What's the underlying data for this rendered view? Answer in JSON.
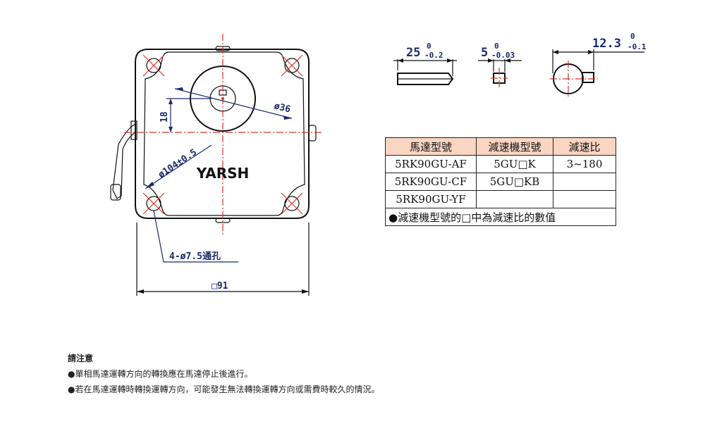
{
  "drawing": {
    "brand": "YARSH",
    "dim_pcd": "ø104±0.5",
    "dim_boss": "ø36",
    "dim_offset": "18",
    "dim_holes": "4-ø7.5通孔",
    "dim_square": "□91",
    "shaft_length": "25",
    "shaft_length_tol_upper": "0",
    "shaft_length_tol_lower": "-0.2",
    "key_width": "5",
    "key_width_tol_upper": "0",
    "key_width_tol_lower": "-0.03",
    "flat_depth": "12.3",
    "flat_depth_tol_upper": "0",
    "flat_depth_tol_lower": "-0.1"
  },
  "table": {
    "headers": [
      "馬達型號",
      "減速機型號",
      "減速比"
    ],
    "rows": [
      [
        "5RK90GU-AF",
        "5GU□K",
        "3~180"
      ],
      [
        "5RK90GU-CF",
        "5GU□KB",
        ""
      ],
      [
        "5RK90GU-YF",
        "",
        ""
      ]
    ],
    "note": "●減速機型號的□中為減速比的數值"
  },
  "notes": {
    "heading": "請注意",
    "items": [
      "●單相馬達運轉方向的轉換應在馬達停止後進行。",
      "●若在馬達運轉時轉換運轉方向，可能發生無法轉換運轉方向或需費時較久的情況。"
    ]
  },
  "colors": {
    "dimension": "#1a2a6c",
    "centerline": "#d9342b",
    "table_header": "#f9d5c2"
  }
}
